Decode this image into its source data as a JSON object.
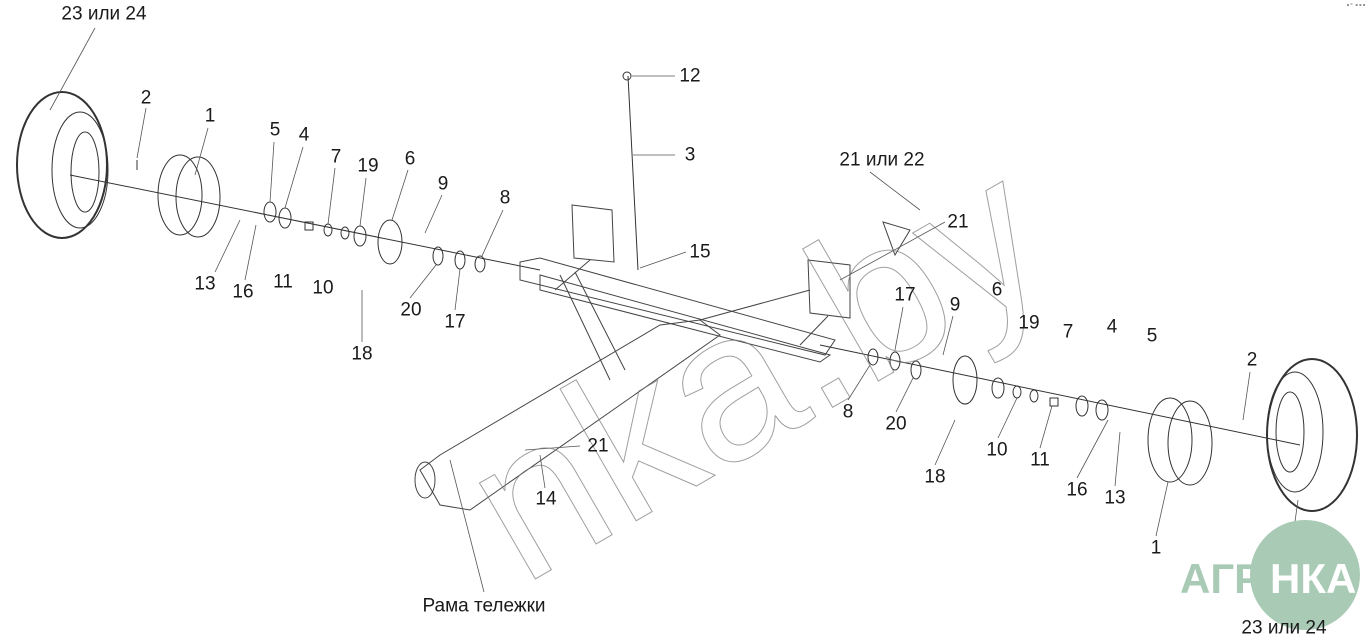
{
  "labels": {
    "l_tire_top": "23 или 24",
    "l2": "2",
    "l1": "1",
    "l5": "5",
    "l4": "4",
    "l7": "7",
    "l19": "19",
    "l6": "6",
    "l9": "9",
    "l8": "8",
    "l12": "12",
    "l3": "3",
    "l2122": "21 или 22",
    "l21a": "21",
    "l15": "15",
    "l13": "13",
    "l16": "16",
    "l11": "11",
    "l10": "10",
    "l20": "20",
    "l17": "17",
    "l18": "18",
    "r17": "17",
    "r9": "9",
    "r6": "6",
    "r19": "19",
    "r7": "7",
    "r4": "4",
    "r5": "5",
    "r2": "2",
    "r8": "8",
    "r20": "20",
    "r18": "18",
    "r10": "10",
    "r11": "11",
    "r16": "16",
    "r13": "13",
    "r1": "1",
    "c21": "21",
    "c14": "14",
    "frame": "Рама тележки",
    "r_tire_bottom": "23 или 24"
  },
  "corner_mark": "∘⁼ ∘∘∘",
  "watermark": "nka.by",
  "logo": {
    "text": "АГРОНКА",
    "color": "#a9cbb5"
  }
}
